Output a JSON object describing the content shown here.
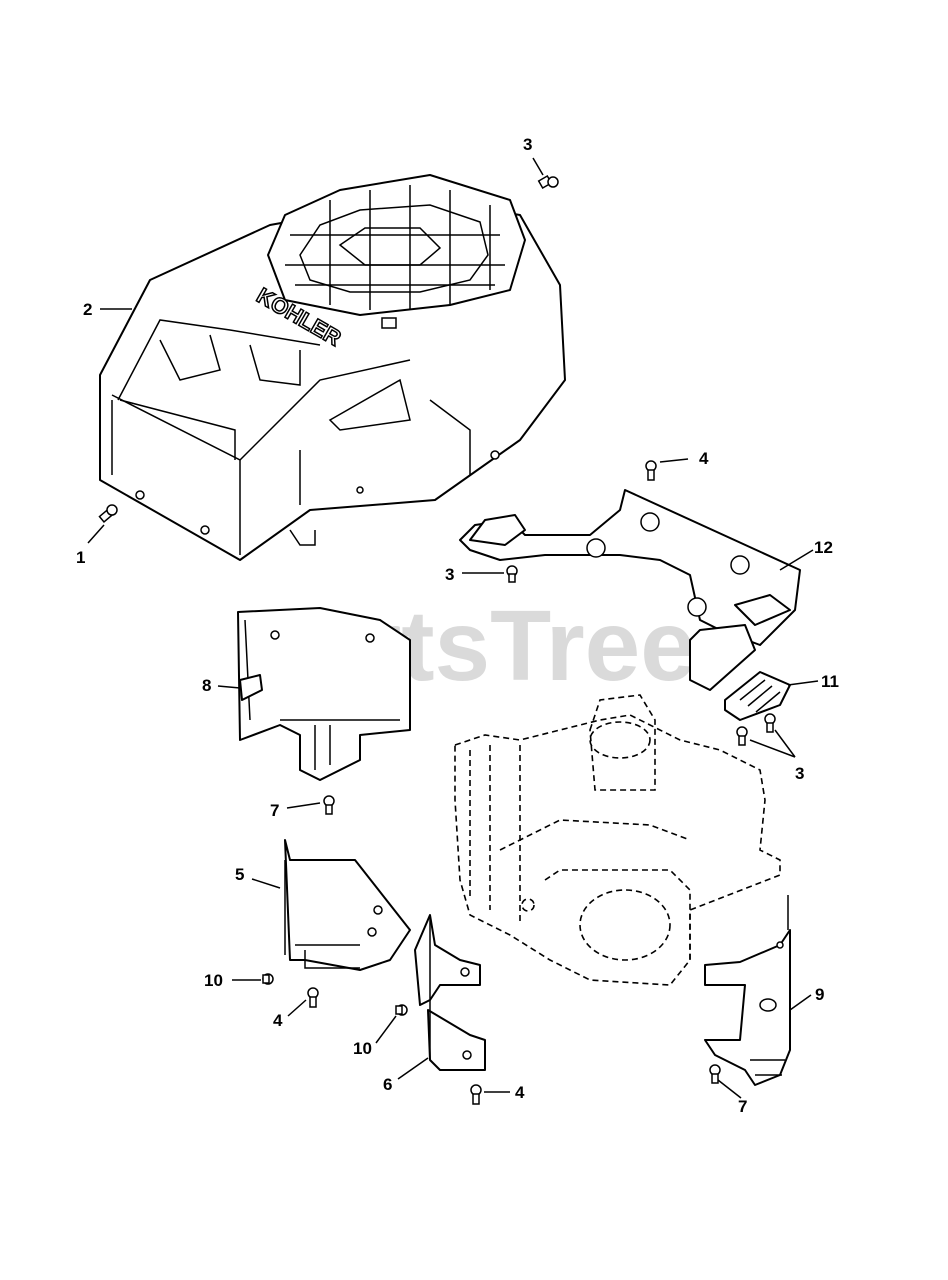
{
  "watermark": "PartsTree",
  "logo_text": "KOHLER",
  "callouts": [
    {
      "id": "c-3-top",
      "label": "3"
    },
    {
      "id": "c-2",
      "label": "2"
    },
    {
      "id": "c-1",
      "label": "1"
    },
    {
      "id": "c-4-top",
      "label": "4"
    },
    {
      "id": "c-12",
      "label": "12"
    },
    {
      "id": "c-3-mid",
      "label": "3"
    },
    {
      "id": "c-8",
      "label": "8"
    },
    {
      "id": "c-11",
      "label": "11"
    },
    {
      "id": "c-3-right",
      "label": "3"
    },
    {
      "id": "c-7-left",
      "label": "7"
    },
    {
      "id": "c-5",
      "label": "5"
    },
    {
      "id": "c-10-left",
      "label": "10"
    },
    {
      "id": "c-4-left",
      "label": "4"
    },
    {
      "id": "c-10-mid",
      "label": "10"
    },
    {
      "id": "c-6",
      "label": "6"
    },
    {
      "id": "c-4-bottom",
      "label": "4"
    },
    {
      "id": "c-9",
      "label": "9"
    },
    {
      "id": "c-7-right",
      "label": "7"
    }
  ]
}
